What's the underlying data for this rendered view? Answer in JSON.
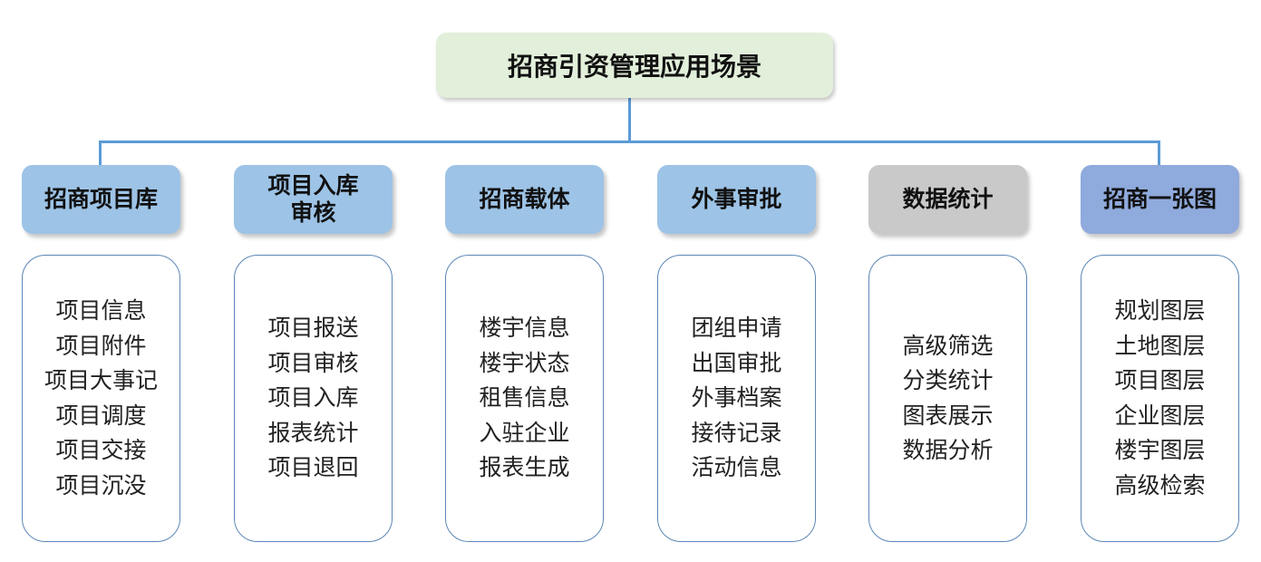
{
  "root": {
    "title": "招商引资管理应用场景",
    "color": "#e2efda"
  },
  "line_color": "#5b9bd5",
  "categories": [
    {
      "title": "招商项目库",
      "color": "#9dc3e6",
      "items": [
        "项目信息",
        "项目附件",
        "项目大事记",
        "项目调度",
        "项目交接",
        "项目沉没"
      ]
    },
    {
      "title": "项目入库审核",
      "color": "#9dc3e6",
      "items": [
        "项目报送",
        "项目审核",
        "项目入库",
        "报表统计",
        "项目退回"
      ]
    },
    {
      "title": "招商载体",
      "color": "#9dc3e6",
      "items": [
        "楼宇信息",
        "楼宇状态",
        "租售信息",
        "入驻企业",
        "报表生成"
      ]
    },
    {
      "title": "外事审批",
      "color": "#9dc3e6",
      "items": [
        "团组申请",
        "出国审批",
        "外事档案",
        "接待记录",
        "活动信息"
      ]
    },
    {
      "title": "数据统计",
      "color": "#c9c9c9",
      "items": [
        "高级筛选",
        "分类统计",
        "图表展示",
        "数据分析"
      ]
    },
    {
      "title": "招商一张图",
      "color": "#8faadc",
      "items": [
        "规划图层",
        "土地图层",
        "项目图层",
        "企业图层",
        "楼宇图层",
        "高级检索"
      ]
    }
  ]
}
